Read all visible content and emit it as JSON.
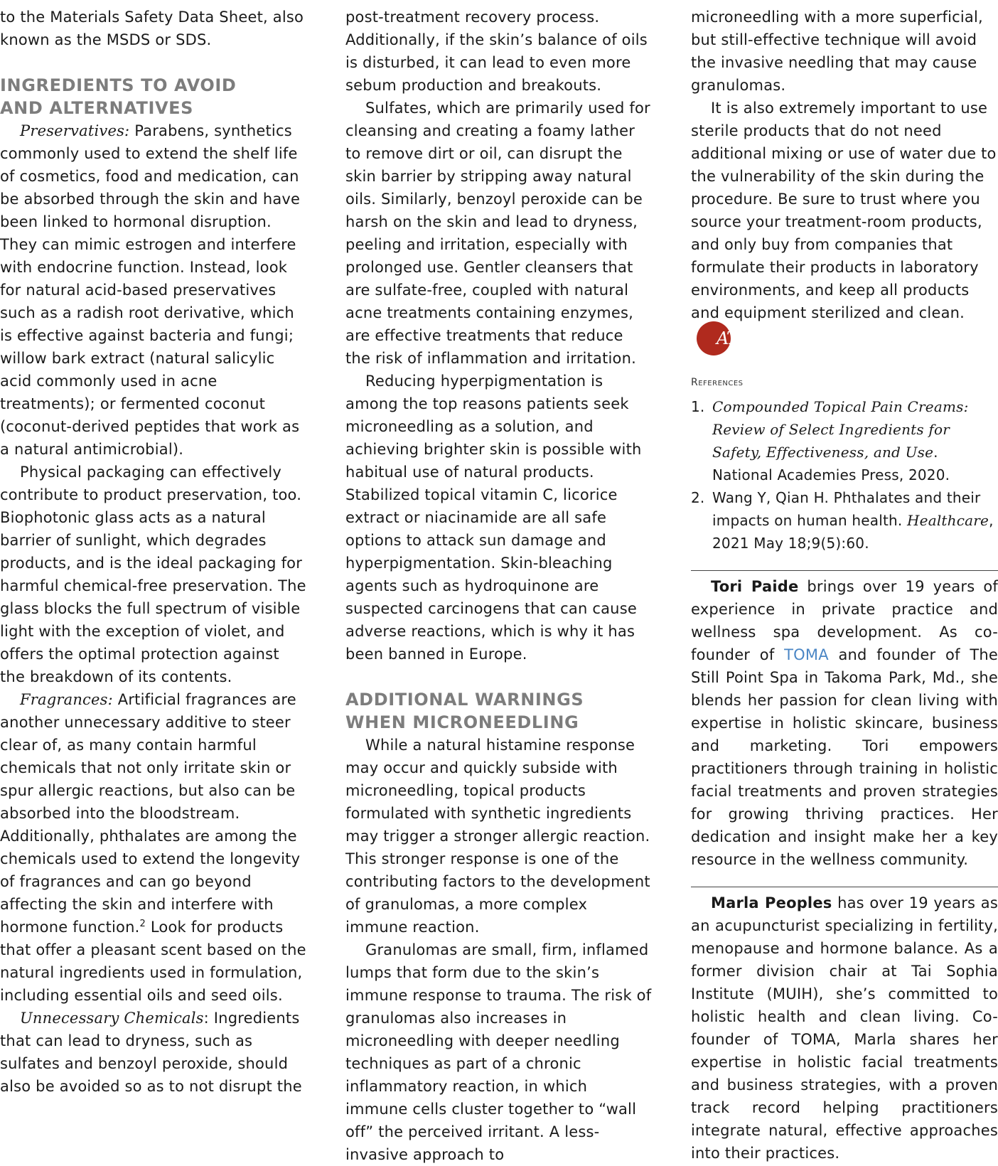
{
  "col1": {
    "p0": "to the Materials Safety Data Sheet, also known as the MSDS or SDS.",
    "h1_line1": "INGREDIENTS TO AVOID",
    "h1_line2": "AND ALTERNATIVES",
    "preservatives_label": "Preservatives:",
    "preservatives_text": " Parabens, synthetics commonly used to extend the shelf life of cosmetics, food and medication, can be absorbed through the skin and have been linked to hormonal disruption. They can mimic estrogen and interfere with endocrine function. Instead, look for natural acid-based preservatives such as a radish root derivative, which is effective against bacteria and fungi; willow bark extract (natural salicylic acid commonly used in acne treatments); or fermented coconut (coconut-derived peptides that work as a natural antimicrobial).",
    "packaging": "Physical packaging can effectively contribute to product preservation, too. Biophotonic glass acts as a natural barrier of sunlight, which degrades products, and is the ideal packaging for harmful chemical-free preservation. The glass blocks the full spectrum of visible light with the exception of violet, and offers the optimal protection against the breakdown of its contents.",
    "fragrances_label": "Fragrances:",
    "fragrances_text_a": " Artificial fragrances are another unnecessary additive to steer clear of, as many contain harmful chemicals that not only irritate skin or spur allergic reactions, but also can be absorbed into the bloodstream. Additionally, phthalates are among the chemicals used to extend the longevity of fragrances and can go beyond affecting the skin and interfere with hormone function.",
    "fragrances_sup": "2",
    "fragrances_text_b": " Look for products that offer a pleasant scent based on the natural ingredients used in formulation, including essential oils and seed oils.",
    "chemicals_label": "Unnecessary Chemicals",
    "chemicals_text": ": Ingredients that can lead to dryness, such as sulfates and benzoyl peroxide, should also be avoided so as to not disrupt the"
  },
  "col2": {
    "p0": "post-treatment recovery process. Additionally, if the skin’s balance of oils is disturbed, it can lead to even more sebum production and breakouts.",
    "sulfates": "Sulfates, which are primarily used for cleansing and creating a foamy lather to remove dirt or oil, can disrupt the skin barrier by stripping away natural oils. Similarly, benzoyl peroxide can be harsh on the skin and lead to dryness, peeling and irritation, especially with prolonged use. Gentler cleansers that are sulfate-free, coupled with natural acne treatments containing enzymes, are effective treatments that reduce the risk of inflammation and irritation.",
    "hyperpigmentation": "Reducing hyperpigmentation is among the top reasons patients seek microneedling as a solution, and achieving brighter skin is possible with habitual use of natural products. Stabilized topical vitamin C, licorice extract or niacinamide are all safe options to attack sun damage and hyperpigmentation. Skin-bleaching agents such as hydroquinone are suspected carcinogens that can cause adverse reactions, which is why it has been banned in Europe.",
    "h2_line1": "ADDITIONAL WARNINGS",
    "h2_line2": "WHEN MICRONEEDLING",
    "histamine": "While a natural histamine response may occur and quickly subside with microneedling, topical products formulated with synthetic ingredients may trigger a stronger allergic reaction. This stronger response is one of the contributing factors to the development of granulomas, a more complex immune reaction.",
    "granulomas": "Granulomas are small, firm, inflamed lumps that form due to the skin’s immune response to trauma. The risk of granulomas also increases in microneedling with deeper needling techniques as part of a chronic inflammatory reaction, in which immune cells cluster together to “wall off” the perceived irritant. A less-invasive approach to"
  },
  "col3": {
    "p0": "microneedling with a more superficial, but still-effective technique will avoid the invasive needling that may cause granulomas.",
    "sterile": "It is also extremely important to use sterile products that do not need additional mixing or use of water due to the vulnerability of the skin during the procedure. Be sure to trust where you source your treatment-room products, and only buy from companies that formulate their products in laboratory environments, and keep all products and equipment sterilized and clean.",
    "logo_text": "AT",
    "refs_title": "References",
    "refs": [
      {
        "num": "1.",
        "title": "Compounded Topical Pain Creams: Review of Select Ingredients for Safety, Effectiveness, and Use",
        "rest": ". National Academies Press, 2020."
      },
      {
        "num": "2.",
        "pre": "Wang Y, Qian H. Phthalates and their impacts on human health. ",
        "journal": "Healthcare",
        "rest": ", 2021 May 18;9(5):60."
      }
    ],
    "bio1_name": "Tori Paide",
    "bio1_a": " brings over 19 years of experience in private practice and wellness spa development. As co-founder of ",
    "bio1_link": "TOMA",
    "bio1_b": " and founder of The Still Point Spa in Takoma Park, Md., she blends her passion for clean living with expertise in holistic skincare, business and marketing. Tori empowers practitioners through training in holistic facial treatments and proven strategies for growing thriving practices. Her dedication and insight make her a key resource in the wellness community.",
    "bio2_name": "Marla Peoples",
    "bio2_text": " has over 19 years as an acupuncturist specializing in fertility, menopause and hormone balance. As a former division chair at Tai Sophia Institute (MUIH), she’s committed to holistic health and clean living. Co-founder of TOMA, Marla shares her expertise in holistic facial treatments and business strategies, with a proven track record helping practitioners integrate natural, effective approaches into their practices."
  },
  "colors": {
    "heading": "#7d7d7d",
    "logo_bg": "#b02a1e",
    "link": "#4a86c5"
  }
}
